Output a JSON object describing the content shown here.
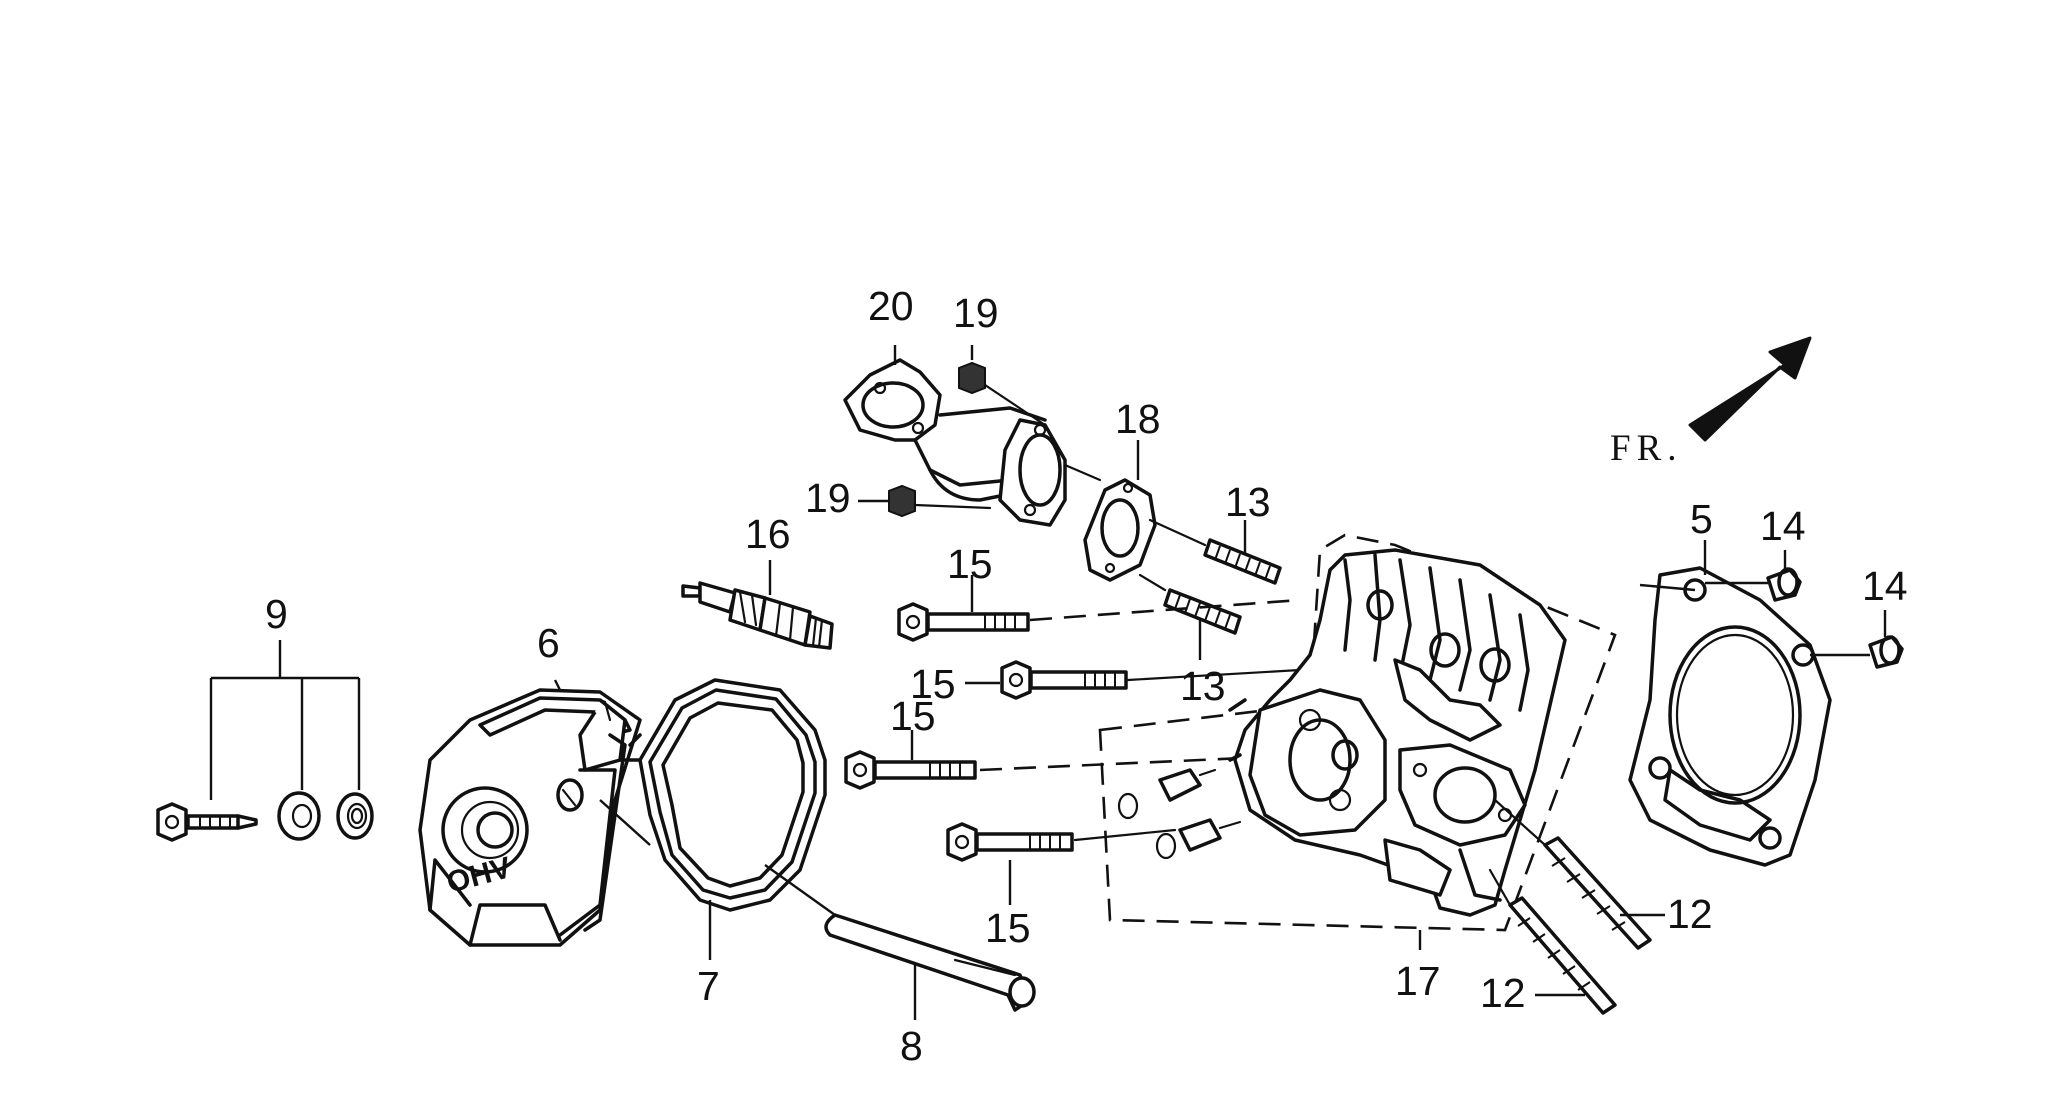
{
  "diagram": {
    "direction_label": "FR.",
    "callouts": {
      "c5": "5",
      "c6": "6",
      "c7": "7",
      "c8": "8",
      "c9": "9",
      "c12a": "12",
      "c12b": "12",
      "c13a": "13",
      "c13b": "13",
      "c14a": "14",
      "c14b": "14",
      "c15a": "15",
      "c15b": "15",
      "c15c": "15",
      "c15d": "15",
      "c16": "16",
      "c17": "17",
      "c18": "18",
      "c19a": "19",
      "c19b": "19",
      "c20": "20"
    },
    "cover_marking": "OHV"
  }
}
